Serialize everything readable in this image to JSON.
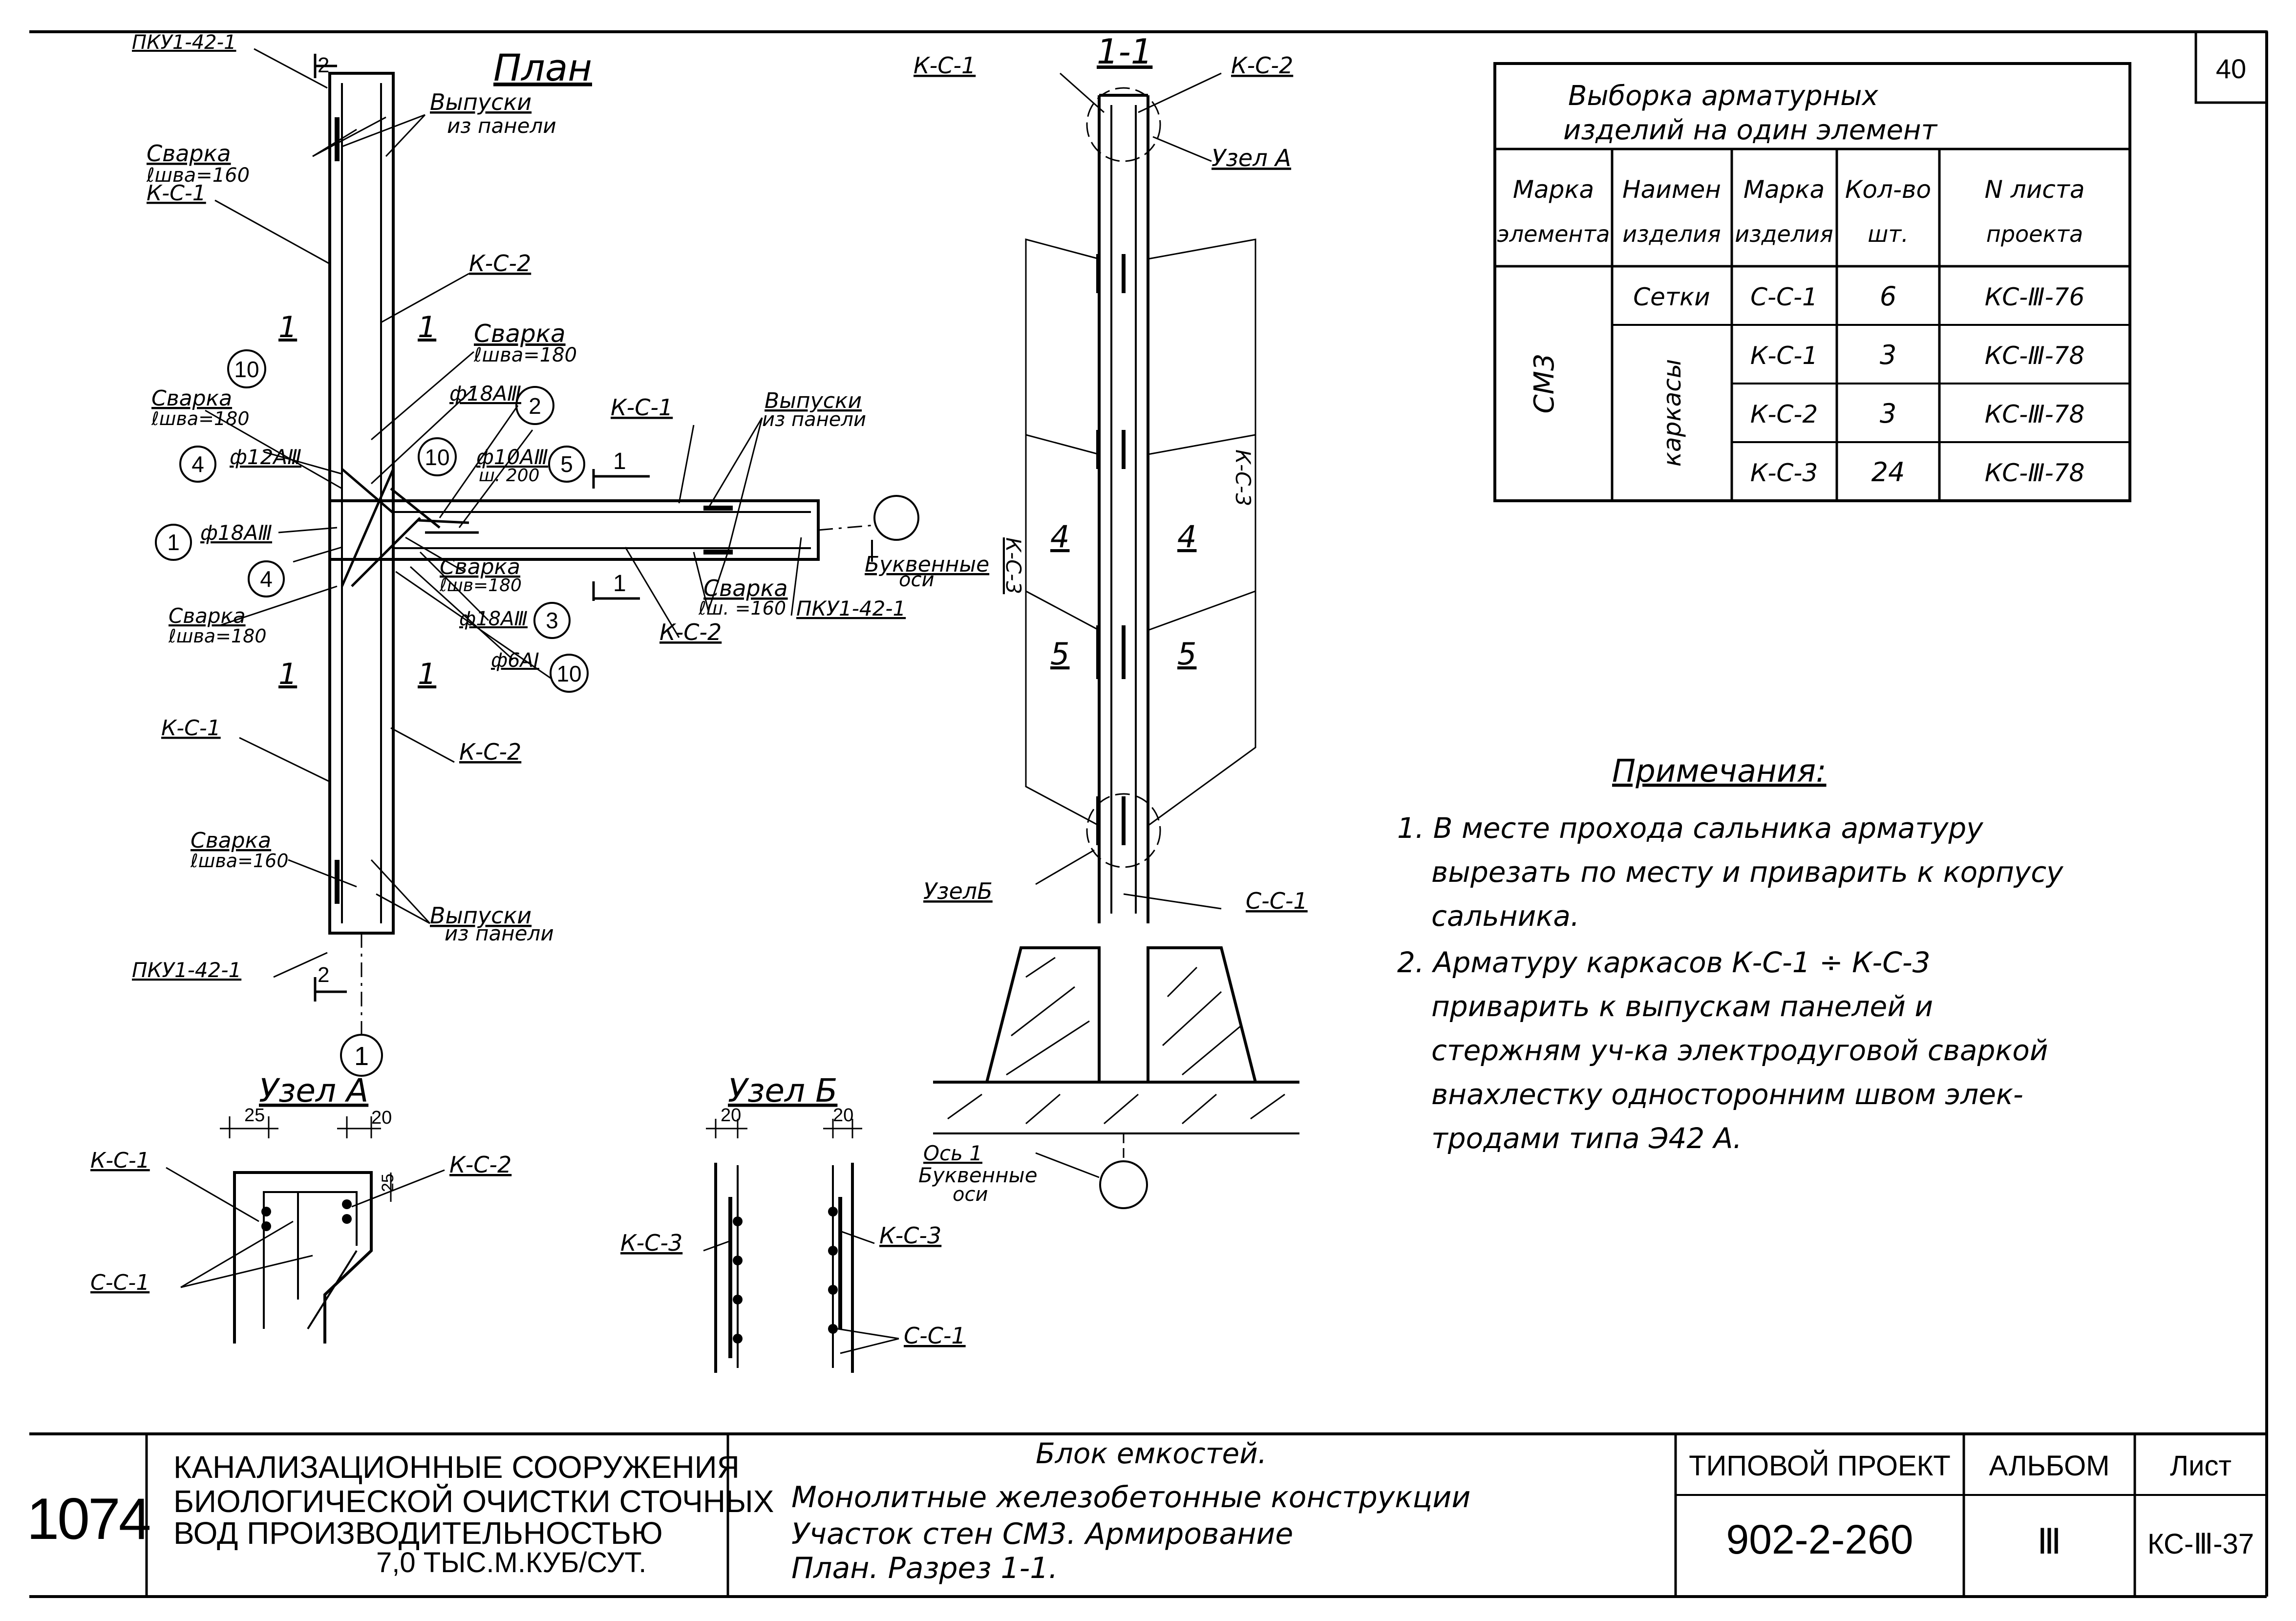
{
  "sheet_number_corner": "40",
  "plan": {
    "title": "План",
    "labels": {
      "pku_top": "ПКУ1-42-1",
      "pku_bottom": "ПКУ1-42-1",
      "pku_right": "ПКУ1-42-1",
      "section2_top": "2",
      "section2_bottom": "2",
      "vypuski_top_1": "Выпуски",
      "vypuski_top_2": "из панели",
      "vypuski_right_1": "Выпуски",
      "vypuski_right_2": "из панели",
      "vypuski_bottom_1": "Выпуски",
      "vypuski_bottom_2": "из панели",
      "svarka_1": "Сварка",
      "svarka_1_dim": "ℓшва=160",
      "svarka_2": "Сварка",
      "svarka_2_dim": "ℓшва=180",
      "svarka_3": "Сварка",
      "svarka_3_dim": "ℓшва=180",
      "svarka_4": "Сварка",
      "svarka_4_dim": "ℓшв=180",
      "svarka_5": "Сварка",
      "svarka_5_dim": "ℓшва=180",
      "svarka_6": "Сварка",
      "svarka_6_dim": "ℓш. =160",
      "svarka_7": "Сварка",
      "svarka_7_dim": "ℓшва=160",
      "ks1_top": "К-С-1",
      "ks2_top": "К-С-2",
      "ks1_right": "К-С-1",
      "ks2_right": "К-С-2",
      "ks1_bottom": "К-С-1",
      "ks2_bottom": "К-С-2",
      "cut1_a": "1",
      "cut1_b": "1",
      "cut1_c": "1",
      "cut1_d": "1",
      "cut1_right_a": "1",
      "cut1_right_b": "1",
      "bar_18aiii_a": "ф18АⅢ",
      "bar_12aiii": "ф12АⅢ",
      "bar_18aiii_b": "ф18АⅢ",
      "bar_10aiii": "ф10АⅢ",
      "bar_10aiii_step": "ш. 200",
      "bar_18aiii_c": "ф18АⅢ",
      "bar_6ai": "ф6АI",
      "pos_10a": "10",
      "pos_2": "2",
      "pos_4a": "4",
      "pos_10b": "10",
      "pos_5": "5",
      "pos_1": "1",
      "pos_4b": "4",
      "pos_3": "3",
      "pos_10c": "10",
      "bukv_osi_1": "Буквенные",
      "bukv_osi_2": "оси",
      "axis_1": "1"
    }
  },
  "section": {
    "title": "1-1",
    "ks1": "К-С-1",
    "ks2": "К-С-2",
    "uzel_a": "Узел А",
    "uzel_b": "УзелБ",
    "ss1": "С-С-1",
    "ks3_left": "К-С-3",
    "ks3_right": "К-С-3",
    "num4_left": "4",
    "num4_right": "4",
    "num5_left": "5",
    "num5_right": "5",
    "os1": "Ось 1",
    "bukv_osi_1": "Буквенные",
    "bukv_osi_2": "оси"
  },
  "uzel_a": {
    "title": "Узел А",
    "dim_25": "25",
    "dim_20": "20",
    "dim_25v": "25",
    "ks1": "К-С-1",
    "ks2": "К-С-2",
    "ss1": "С-С-1"
  },
  "uzel_b": {
    "title": "Узел Б",
    "dim_20a": "20",
    "dim_20b": "20",
    "ks3_left": "К-С-3",
    "ks3_right": "К-С-3",
    "ss1": "С-С-1"
  },
  "table": {
    "title_1": "Выборка арматурных",
    "title_2": "изделий на один элемент",
    "headers": [
      [
        "Марка",
        "элемента"
      ],
      [
        "Наимен",
        "изделия"
      ],
      [
        "Марка",
        "изделия"
      ],
      [
        "Кол-во",
        "шт."
      ],
      [
        "N листа",
        "проекта"
      ]
    ],
    "element": "СМ3",
    "group_setki": "Сетки",
    "group_karkasy": "каркасы",
    "rows": [
      {
        "mark": "С-С-1",
        "qty": "6",
        "sheet": "КС-Ⅲ-76"
      },
      {
        "mark": "К-С-1",
        "qty": "3",
        "sheet": "КС-Ⅲ-78"
      },
      {
        "mark": "К-С-2",
        "qty": "3",
        "sheet": "КС-Ⅲ-78"
      },
      {
        "mark": "К-С-3",
        "qty": "24",
        "sheet": "КС-Ⅲ-78"
      }
    ]
  },
  "notes": {
    "title": "Примечания:",
    "lines": [
      "1. В месте прохода сальника арматуру",
      "вырезать по месту и приварить к корпусу",
      "сальника.",
      "2. Арматуру каркасов К-С-1 ÷ К-С-3",
      "приварить к выпускам панелей и",
      "стержням уч-ка электродуговой сваркой",
      "внахлестку односторонним швом элек-",
      "тродами типа Э42 А."
    ]
  },
  "title_block": {
    "stamp": "1074",
    "org_1": "КАНАЛИЗАЦИОННЫЕ СООРУЖЕНИЯ",
    "org_2": "БИОЛОГИЧЕСКОЙ ОЧИСТКИ СТОЧНЫХ",
    "org_3": "ВОД ПРОИЗВОДИТЕЛЬНОСТЬЮ",
    "org_4": "7,0 ТЫС.М.КУБ/СУТ.",
    "desc_1": "Блок емкостей.",
    "desc_2": "Монолитные железобетонные конструкции",
    "desc_3": "Участок стен СМ3. Армирование",
    "desc_4": "План. Разрез 1-1.",
    "project_label": "ТИПОВОЙ ПРОЕКТ",
    "project_value": "902-2-260",
    "album_label": "АЛЬБОМ",
    "album_value": "Ⅲ",
    "sheet_label": "Лист",
    "sheet_value": "КС-Ⅲ-37"
  }
}
